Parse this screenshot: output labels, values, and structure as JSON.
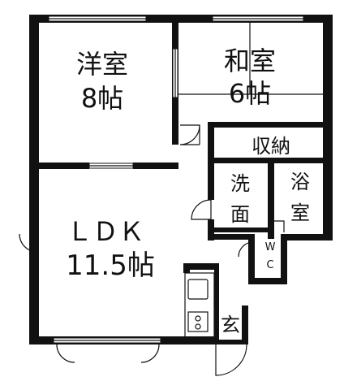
{
  "rooms": {
    "western": {
      "name": "洋室",
      "size": "8帖"
    },
    "japanese": {
      "name": "和室",
      "size": "6帖"
    },
    "storage": {
      "name": "収納"
    },
    "washroom": {
      "line1": "洗",
      "line2": "面"
    },
    "bath": {
      "line1": "浴",
      "line2": "室"
    },
    "toilet": {
      "line1": "W",
      "line2": "C"
    },
    "ldk": {
      "name": "ＬＤＫ",
      "size": "11.5帖"
    },
    "entrance": {
      "name": "玄"
    }
  }
}
